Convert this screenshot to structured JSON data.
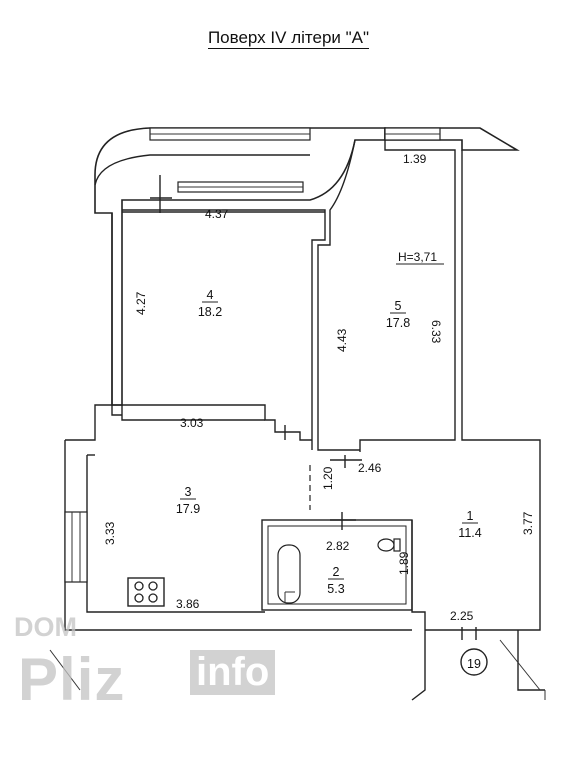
{
  "title": "Поверх IV літери \"А\"",
  "dimensions": {
    "d_4_37": "4.37",
    "d_4_27": "4.27",
    "d_1_39": "1.39",
    "d_h": "H=3,71",
    "d_6_33": "6.33",
    "d_4_43": "4.43",
    "d_3_03": "3.03",
    "d_2_46": "2.46",
    "d_1_20": "1.20",
    "d_3_33": "3.33",
    "d_2_82": "2.82",
    "d_1_89": "1.89",
    "d_3_77": "3.77",
    "d_3_86": "3.86",
    "d_2_25": "2.25"
  },
  "rooms": [
    {
      "number": "4",
      "area": "18.2"
    },
    {
      "number": "5",
      "area": "17.8"
    },
    {
      "number": "3",
      "area": "17.9"
    },
    {
      "number": "2",
      "area": "5.3"
    },
    {
      "number": "1",
      "area": "11.4"
    }
  ],
  "unit_number": "19",
  "watermark": {
    "top": "DOM",
    "middle": "Pliz",
    "bottom": "info"
  }
}
